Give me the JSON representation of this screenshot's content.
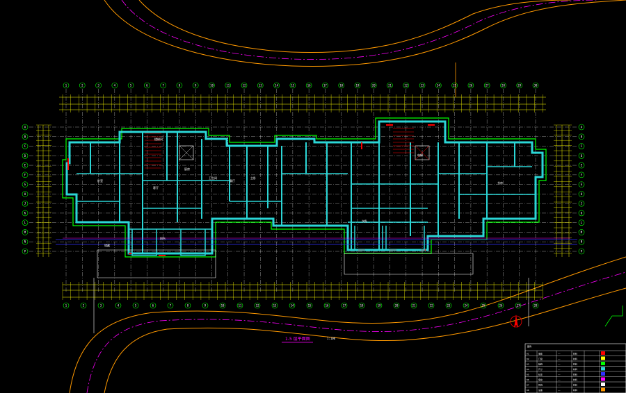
{
  "drawing": {
    "title": "1-5 层平面图",
    "scale": "1:100",
    "background": "#000000",
    "colors": {
      "wall": "#2bd6d6",
      "wall_outline": "#00ff00",
      "dimension": "#ffff00",
      "axis": "#ffffff",
      "road_orange": "#ff9900",
      "road_magenta": "#ff00ff",
      "red": "#ff0000",
      "blue": "#3030ff"
    }
  },
  "axes": {
    "top_labels": [
      "1",
      "2",
      "3",
      "4",
      "5",
      "6",
      "7",
      "8",
      "9",
      "10",
      "11",
      "12",
      "13",
      "14",
      "15",
      "16",
      "17",
      "18",
      "19",
      "20",
      "21",
      "22",
      "23",
      "24",
      "25",
      "26",
      "27",
      "28",
      "29",
      "30"
    ],
    "left_labels": [
      "A",
      "B",
      "C",
      "D",
      "E",
      "F",
      "G",
      "H",
      "J",
      "K",
      "L",
      "M",
      "N",
      "P"
    ],
    "right_labels": [
      "A",
      "B",
      "C",
      "D",
      "E",
      "F",
      "G",
      "H",
      "J",
      "K",
      "L",
      "M",
      "N",
      "P"
    ],
    "bottom_labels": [
      "1",
      "2",
      "3",
      "4",
      "5",
      "6",
      "7",
      "8",
      "9",
      "10",
      "11",
      "12",
      "13",
      "14",
      "15",
      "16",
      "17",
      "18",
      "19",
      "20",
      "21",
      "22",
      "23",
      "24",
      "25",
      "26",
      "27",
      "28"
    ]
  },
  "rooms": [
    {
      "label": "卧室"
    },
    {
      "label": "客厅"
    },
    {
      "label": "厨房"
    },
    {
      "label": "卫生间"
    },
    {
      "label": "餐厅"
    },
    {
      "label": "主卧"
    },
    {
      "label": "楼梯间"
    },
    {
      "label": "电梯"
    },
    {
      "label": "阳台"
    },
    {
      "label": "次卧"
    },
    {
      "label": "书房"
    },
    {
      "label": "储藏"
    }
  ],
  "legend": {
    "header": "图例",
    "rows": [
      [
        "01",
        "墙体",
        "——",
        "材料"
      ],
      [
        "02",
        "门窗",
        "——",
        "材料"
      ],
      [
        "03",
        "轴线",
        "——",
        "材料"
      ],
      [
        "04",
        "尺寸",
        "——",
        "材料"
      ],
      [
        "05",
        "标注",
        "——",
        "材料"
      ],
      [
        "06",
        "填充",
        "——",
        "材料"
      ],
      [
        "07",
        "管线",
        "——",
        "材料"
      ],
      [
        "08",
        "设备",
        "——",
        "材料"
      ]
    ]
  }
}
